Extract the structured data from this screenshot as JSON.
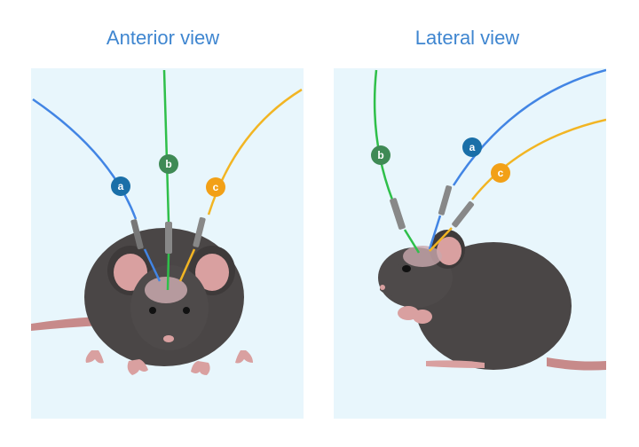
{
  "panels": [
    {
      "title": "Anterior view",
      "fibers": [
        {
          "label": "a",
          "color": "#4285e4",
          "badge_color": "#1a6fa8"
        },
        {
          "label": "b",
          "color": "#2fbf4a",
          "badge_color": "#3f8a55"
        },
        {
          "label": "c",
          "color": "#f2b523",
          "badge_color": "#f2a017"
        }
      ]
    },
    {
      "title": "Lateral view",
      "fibers": [
        {
          "label": "b",
          "color": "#2fbf4a",
          "badge_color": "#3f8a55"
        },
        {
          "label": "a",
          "color": "#4285e4",
          "badge_color": "#1a6fa8"
        },
        {
          "label": "c",
          "color": "#f2b523",
          "badge_color": "#f2a017"
        }
      ]
    }
  ],
  "colors": {
    "background_panel": "#e8f6fc",
    "mouse_body": "#4a4646",
    "mouse_ear": "#d9a0a0",
    "tail": "#c78a8a",
    "brain": "#c9a8ad",
    "title": "#3f86d0"
  }
}
